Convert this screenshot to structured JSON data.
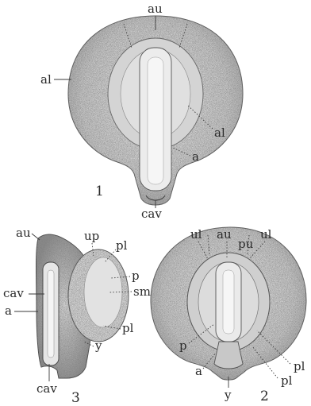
{
  "figures": [
    {
      "number": "1",
      "labels": {
        "au": "au",
        "al_left": "al",
        "al_right": "al",
        "a": "a",
        "cav": "cav"
      }
    },
    {
      "number": "2",
      "labels": {
        "ul_left": "ul",
        "au": "au",
        "pu": "pu",
        "ul_right": "ul",
        "p": "p",
        "a": "a",
        "y": "y",
        "pl_upper": "pl",
        "pl_lower": "pl"
      }
    },
    {
      "number": "3",
      "labels": {
        "au": "au",
        "up": "up",
        "pl_top": "pl",
        "p": "p",
        "sm": "sm",
        "cav_upper": "cav",
        "a": "a",
        "pl_lower": "pl",
        "y": "y",
        "cav_lower": "cav"
      }
    }
  ],
  "colors": {
    "ink": "#2a2a2a",
    "shade": "#b9b9b9",
    "paper": "#ffffff"
  }
}
